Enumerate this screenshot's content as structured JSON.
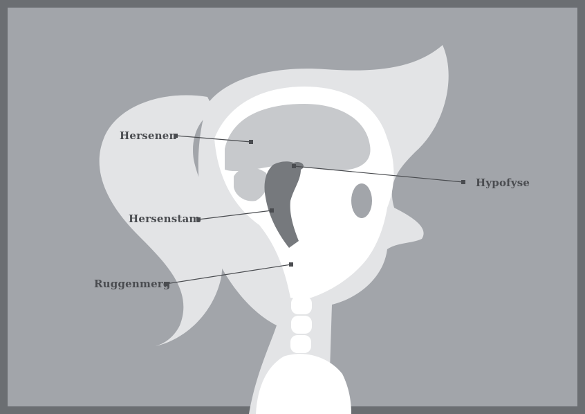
{
  "labels": {
    "hersenen": "Hersenen",
    "hersenstam": "Hersenstam",
    "ruggenmerg": "Ruggenmerg",
    "hypofyse": "Hypofyse"
  },
  "colors": {
    "frame": "#6b6e72",
    "background": "#a2a5aa",
    "silhouette": "#e3e4e6",
    "bone": "#ffffff",
    "brain": "#c7c9cc",
    "brainstem": "#76797d",
    "label_text": "#4a4c50"
  }
}
